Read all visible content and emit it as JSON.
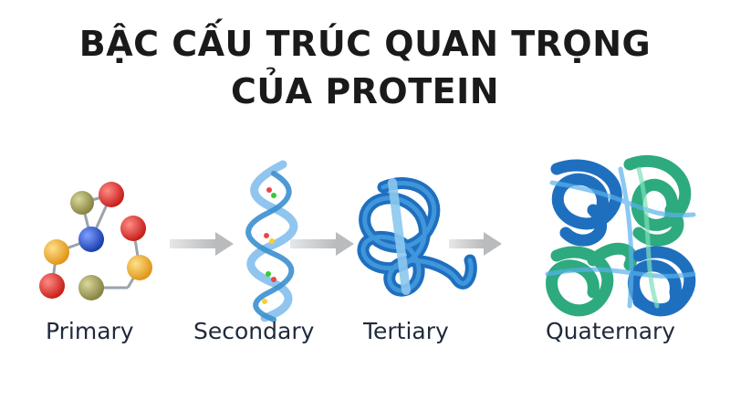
{
  "title": {
    "line1": "BẬC CẤU TRÚC QUAN TRỌNG",
    "line2": "CỦA PROTEIN"
  },
  "stages": [
    {
      "label": "Primary",
      "icon": "amino-acid-chain-icon"
    },
    {
      "label": "Secondary",
      "icon": "alpha-helix-icon"
    },
    {
      "label": "Tertiary",
      "icon": "folded-protein-icon"
    },
    {
      "label": "Quaternary",
      "icon": "protein-complex-icon"
    }
  ],
  "colors": {
    "protein_blue": "#2f7fc6",
    "protein_green": "#3fbf8f",
    "arrow_gray": "#c4c6c8",
    "bead_red": "#e03a34",
    "bead_yellow": "#f2b233",
    "bead_olive": "#a7a55c",
    "bead_blue": "#2c5fd6"
  }
}
